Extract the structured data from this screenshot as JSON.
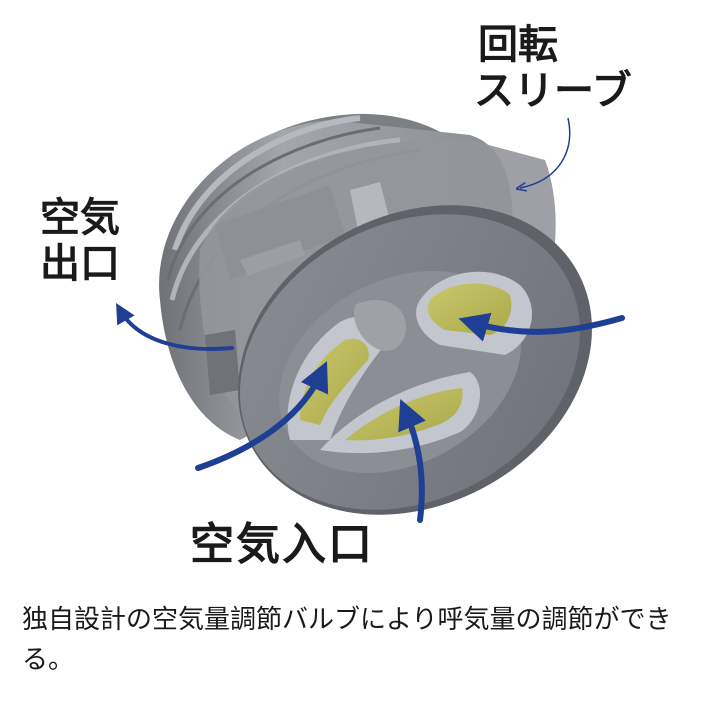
{
  "labels": {
    "rotary_sleeve": {
      "line1": "回転",
      "line2": "スリーブ"
    },
    "air_outlet": {
      "line1": "空気",
      "line2": "出口"
    },
    "air_inlet": "空気入口"
  },
  "caption": "独自設計の空気量調節バルブにより呼気量の調節ができる。",
  "colors": {
    "arrow": "#1f3f95",
    "body_gray": "#8e9196",
    "face_gray": "#7d8087",
    "chamber_yellow": "#b9b85a",
    "opening_light": "#c3c6cc"
  }
}
